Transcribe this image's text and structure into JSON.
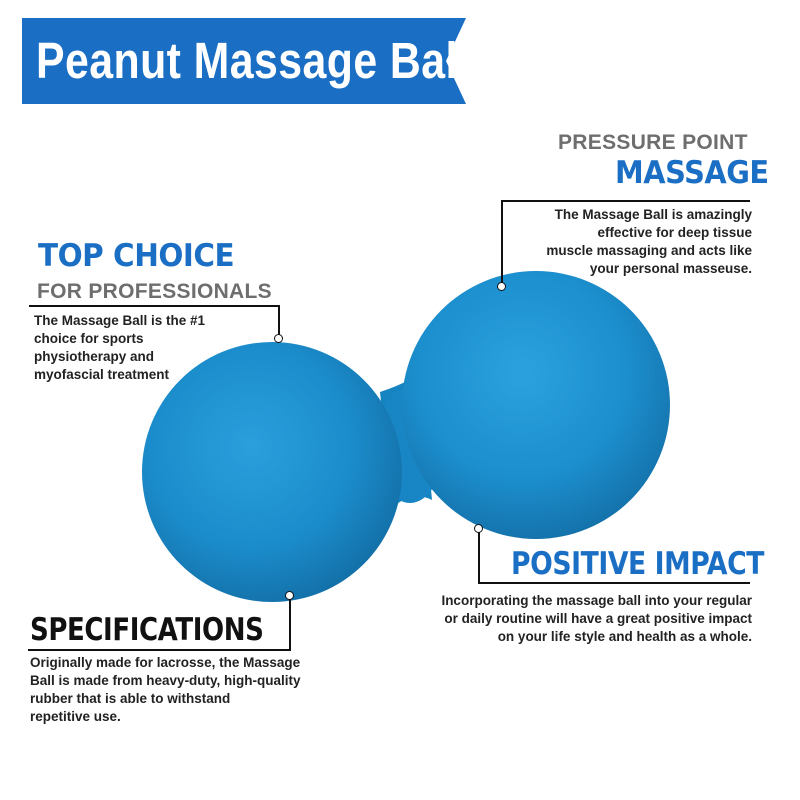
{
  "banner": {
    "title": "Peanut Massage Ball",
    "color": "#1a6ec4"
  },
  "pressure_point": {
    "subtitle": "PRESSURE POINT",
    "title": "MASSAGE",
    "lines": [
      "The Massage Ball is amazingly",
      "effective for deep tissue",
      "muscle massaging and acts like",
      "your personal masseuse."
    ]
  },
  "top_choice": {
    "title": "TOP CHOICE",
    "subtitle": "FOR PROFESSIONALS",
    "lines": [
      "The Massage Ball is the #1",
      "choice for sports",
      "physiotherapy and",
      "myofascial treatment"
    ]
  },
  "positive_impact": {
    "title": "POSITIVE IMPACT",
    "lines": [
      "Incorporating the massage ball into your regular",
      "or daily routine will have a great positive impact",
      "on your life style and health as a whole."
    ]
  },
  "specifications": {
    "title": "SPECIFICATIONS",
    "lines": [
      "Originally made for lacrosse, the Massage",
      "Ball is made from heavy-duty, high-quality",
      "rubber that is able to withstand",
      "repetitive use."
    ]
  },
  "colors": {
    "accent": "#1a6ec4",
    "ball": "#1b8fd0",
    "text": "#222222",
    "subtitle_gray": "#6e6e6e"
  }
}
